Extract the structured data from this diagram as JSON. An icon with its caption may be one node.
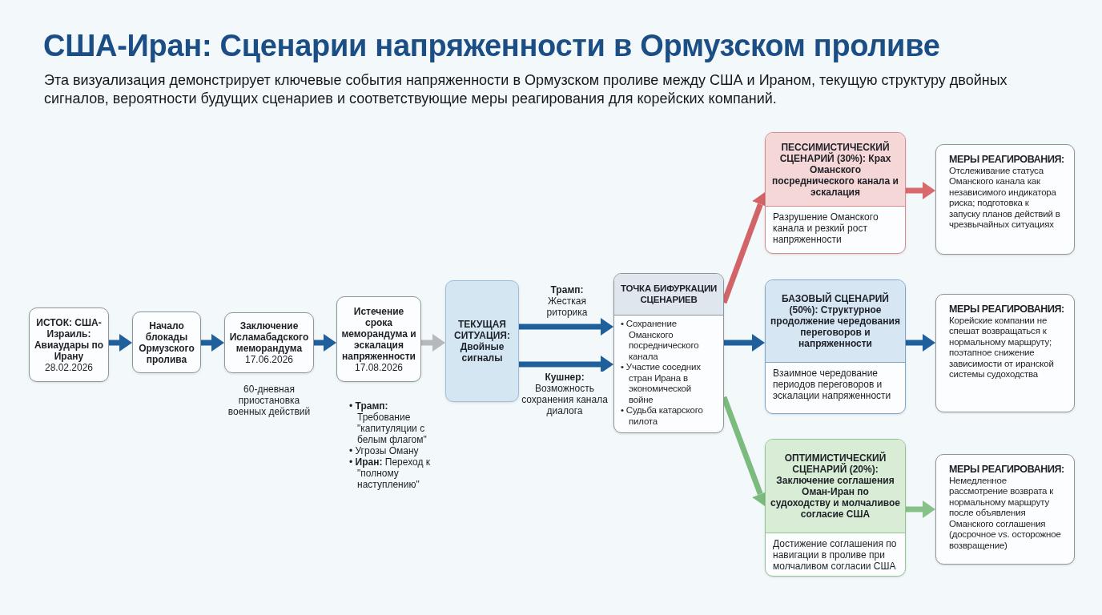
{
  "diagram": {
    "title": "США-Иран: Сценарии напряженности в Ормузском проливе",
    "caption": "Эта визуализация демонстрирует ключевые события напряженности в Ормузском проливе между США и Ираном, текущую структуру двойных сигналов, вероятности будущих сценариев и соответствующие меры реагирования для корейских компаний.",
    "nodes": [
      {
        "text": [
          "ИСТОК: США-Израиль: Авиаудары по Ирану",
          "28.02.2026"
        ]
      },
      {
        "text": [
          "Начало блокады Ормузского пролива"
        ]
      },
      {
        "text": [
          "Заключение Исламабадского меморандума",
          "17.06.2026"
        ],
        "beside": [
          "60-дневная приостановка военных действий"
        ]
      },
      {
        "text": [
          "Истечение срока меморандума и эскалация напряженности",
          "17.08.2026"
        ],
        "beside": [
          "• **Трамп:** Требование \"капитуляции с белым флагом\"",
          "• Угрозы Оману",
          "• **Иран:** Переход к \"полному наступлению\""
        ]
      },
      {
        "text": [
          "ТЕКУЩАЯ СИТУАЦИЯ: Двойные сигналы"
        ]
      },
      {
        "text": [
          "ТОЧКА БИФУРКАЦИИ СЦЕНАРИЕВ",
          "• Сохранение Оманского посреднического канала",
          "• Участие соседних стран Ирана в экономической войне",
          "• Судьба катарского пилота"
        ]
      },
      {
        "text": [
          "ПЕССИМИСТИЧЕСКИЙ СЦЕНАРИЙ (30%): Крах Оманского посреднического канала и эскалация",
          "Разрушение Оманского канала и резкий рост напряженности"
        ]
      },
      {
        "text": [
          "МЕРЫ РЕАГИРОВАНИЯ:",
          "Отслеживание статуса Оманского канала как независимого индикатора риска; подготовка к запуску планов действий в чрезвычайных ситуациях"
        ]
      },
      {
        "text": [
          "БАЗОВЫЙ СЦЕНАРИЙ (50%): Структурное продолжение чередования переговоров и напряженности",
          "Взаимное чередование периодов переговоров и эскалации напряженности"
        ]
      },
      {
        "text": [
          "МЕРЫ РЕАГИРОВАНИЯ:",
          "Корейские компании не спешат возвращаться к нормальному маршруту; поэтапное снижение зависимости от иранской системы судоходства"
        ]
      },
      {
        "text": [
          "ОПТИМИСТИЧЕСКИЙ СЦЕНАРИЙ (20%): Заключение соглашения Оман-Иран по судоходству и молчаливое согласие США",
          "Достижение соглашения по навигации в проливе при молчаливом согласии США"
        ]
      },
      {
        "text": [
          "МЕРЫ РЕАГИРОВАНИЯ:",
          "Немедленное рассмотрение возврата к нормальному маршруту после объявления Оманского соглашения (досрочное vs. осторожное возвращение)"
        ]
      }
    ],
    "edges": [
      {
        "from": 0,
        "to": 1,
        "arrow": "to"
      },
      {
        "from": 1,
        "to": 2,
        "arrow": "to"
      },
      {
        "from": 2,
        "to": 3,
        "arrow": "to"
      },
      {
        "from": 3,
        "to": 4,
        "arrow": "to",
        "color": "#b5b9bd"
      },
      {
        "from": 4,
        "to": 5,
        "arrow": "to",
        "label": "**Трамп:** Жесткая риторика"
      },
      {
        "from": 4,
        "to": 5,
        "arrow": "to",
        "label": "**Кушнер:** Возможность сохранения канала диалога"
      },
      {
        "from": 5,
        "to": 6,
        "arrow": "to",
        "color": "#d26468"
      },
      {
        "from": 5,
        "to": 8,
        "arrow": "to"
      },
      {
        "from": 5,
        "to": 10,
        "arrow": "to",
        "color": "#7bbb7e"
      },
      {
        "from": 6,
        "to": 7,
        "arrow": "to",
        "color": "#d9696c"
      },
      {
        "from": 8,
        "to": 9,
        "arrow": "to"
      },
      {
        "from": 10,
        "to": 11,
        "arrow": "to",
        "color": "#86c288"
      }
    ]
  }
}
